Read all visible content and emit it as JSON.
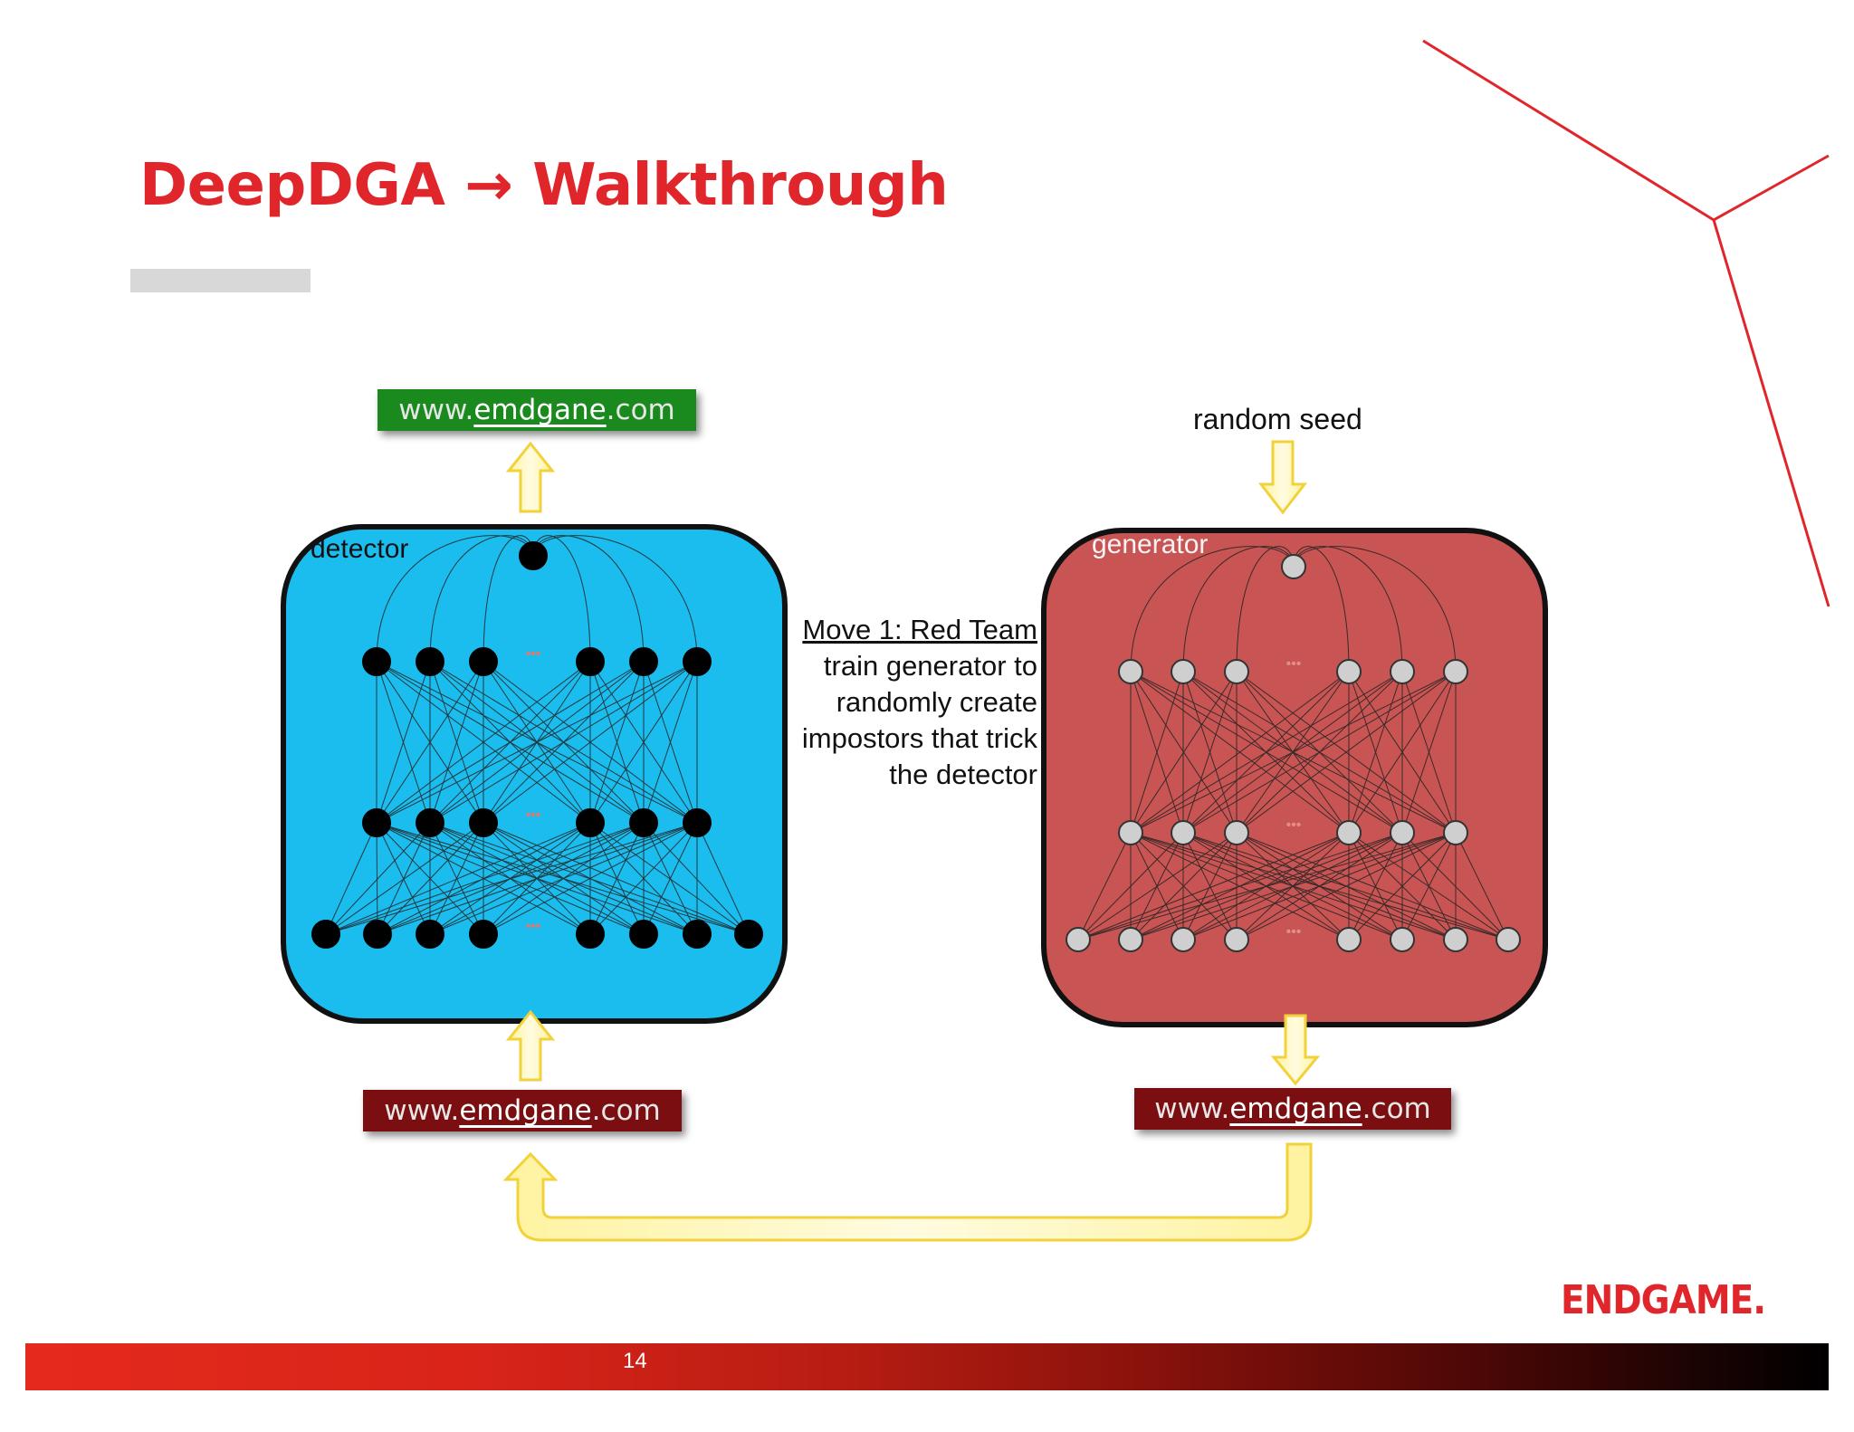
{
  "slide": {
    "title": "DeepDGA → Walkthrough",
    "page_number": "14",
    "logo": "ENDGAME."
  },
  "diagram": {
    "detector": {
      "label": "detector",
      "color": "#1bbdee"
    },
    "generator": {
      "label": "generator",
      "color": "#c85553"
    },
    "seed_label": "random seed",
    "domains": {
      "output": {
        "prefix": "www.",
        "name": "emdgane",
        "suffix": ".com",
        "color": "#1a8a1e"
      },
      "detector_input": {
        "prefix": "www.",
        "name": "emdgane",
        "suffix": ".com",
        "color": "#7a0e10"
      },
      "generator_output": {
        "prefix": "www.",
        "name": "emdgane",
        "suffix": ".com",
        "color": "#7a0e10"
      }
    },
    "move": {
      "heading": "Move 1: Red Team",
      "lines": [
        "train generator to",
        "randomly create",
        "impostors that trick",
        "the detector"
      ]
    },
    "ellipsis": "•••"
  },
  "colors": {
    "accent": "#e0262b",
    "arrow_fill": "#fff6b0",
    "arrow_stroke": "#f2d23a"
  }
}
